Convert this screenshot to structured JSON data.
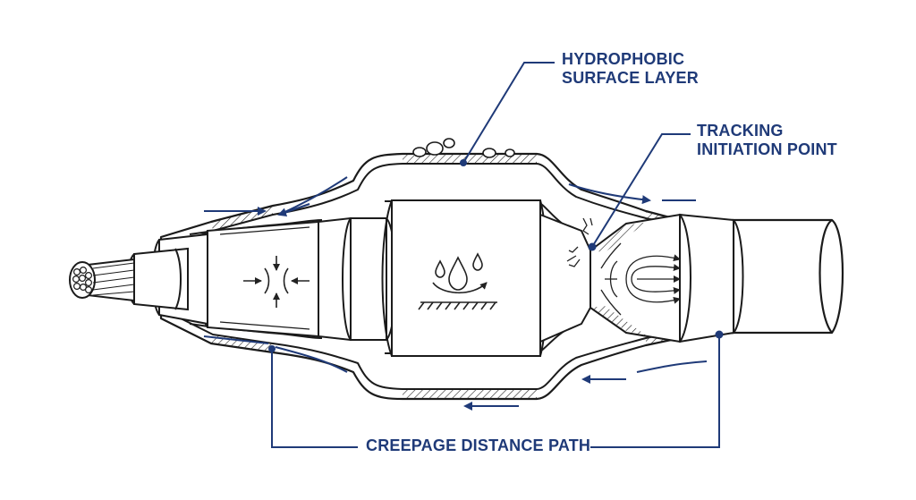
{
  "labels": {
    "hydrophobic": [
      "HYDROPHOBIC",
      "SURFACE LAYER"
    ],
    "tracking": [
      "TRACKING",
      "INITIATION POINT"
    ],
    "creepage": "CREEPAGE DISTANCE PATH"
  },
  "colors": {
    "ink": "#1b1b1b",
    "accent": "#1f3a78"
  }
}
